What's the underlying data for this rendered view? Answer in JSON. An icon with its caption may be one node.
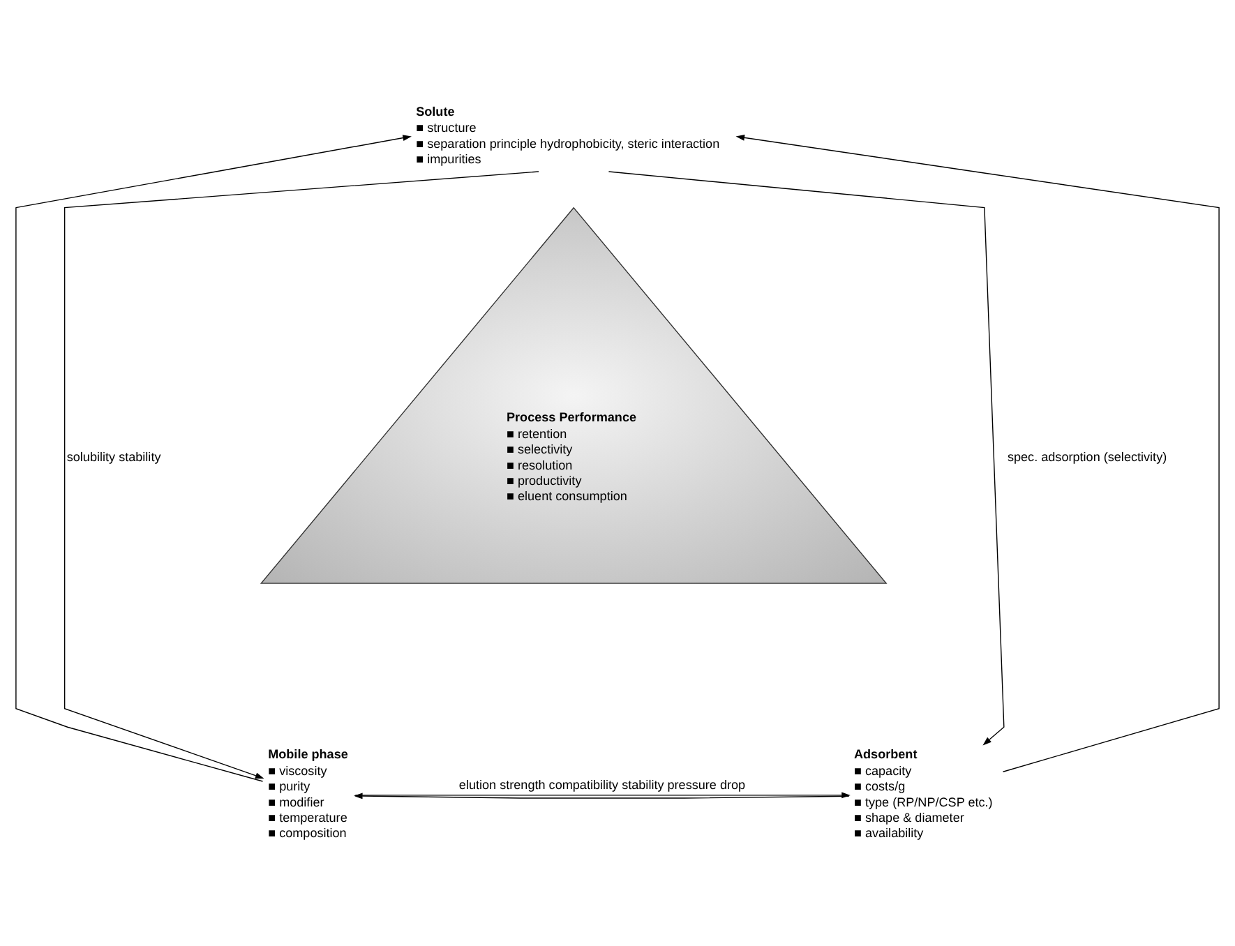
{
  "diagram": {
    "nodes": [
      {
        "text": [
          "Solute",
          "■ structure",
          "■ separation principle hydrophobicity, steric interaction",
          "■ impurities"
        ]
      },
      {
        "text": [
          "Process Performance",
          "■ retention",
          "■ selectivity",
          "■ resolution",
          "■ productivity",
          "■ eluent consumption"
        ]
      },
      {
        "text": [
          "Mobile phase",
          "■ viscosity",
          "■ purity",
          "■ modifier",
          "■ temperature",
          "■ composition"
        ]
      },
      {
        "text": [
          "Adsorbent",
          "■ capacity",
          "■ costs/g",
          "■ type (RP/NP/CSP etc.)",
          "■ shape & diameter",
          "■ availability"
        ]
      }
    ],
    "edges": [
      {
        "from": 0,
        "to": 2,
        "arrow": "to",
        "label": "solubility stability"
      },
      {
        "from": 2,
        "to": 0,
        "arrow": "to"
      },
      {
        "from": 0,
        "to": 3,
        "arrow": "to",
        "label": "spec. adsorption (selectivity)"
      },
      {
        "from": 3,
        "to": 0,
        "arrow": "to"
      },
      {
        "from": 2,
        "to": 3,
        "arrow": "to",
        "label": "elution strength compatibility stability pressure drop"
      },
      {
        "from": 3,
        "to": 2,
        "arrow": "to"
      }
    ]
  }
}
